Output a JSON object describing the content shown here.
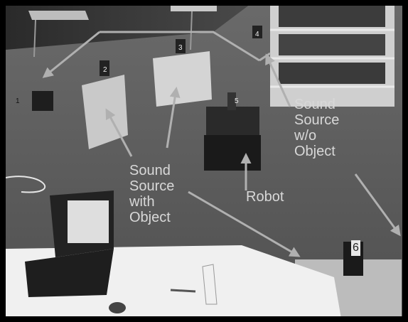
{
  "labels": {
    "sound_source_without_object": [
      "Sound",
      "Source",
      "w/o",
      "Object"
    ],
    "sound_source_with_object": [
      "Sound",
      "Source",
      "with",
      "Object"
    ],
    "robot": "Robot"
  },
  "source_numbers": [
    "1",
    "2",
    "3",
    "4",
    "5",
    "6"
  ],
  "colors": {
    "label_text": "#d8d8d8",
    "arrows": "#b0b0b0",
    "border": "#000000"
  }
}
